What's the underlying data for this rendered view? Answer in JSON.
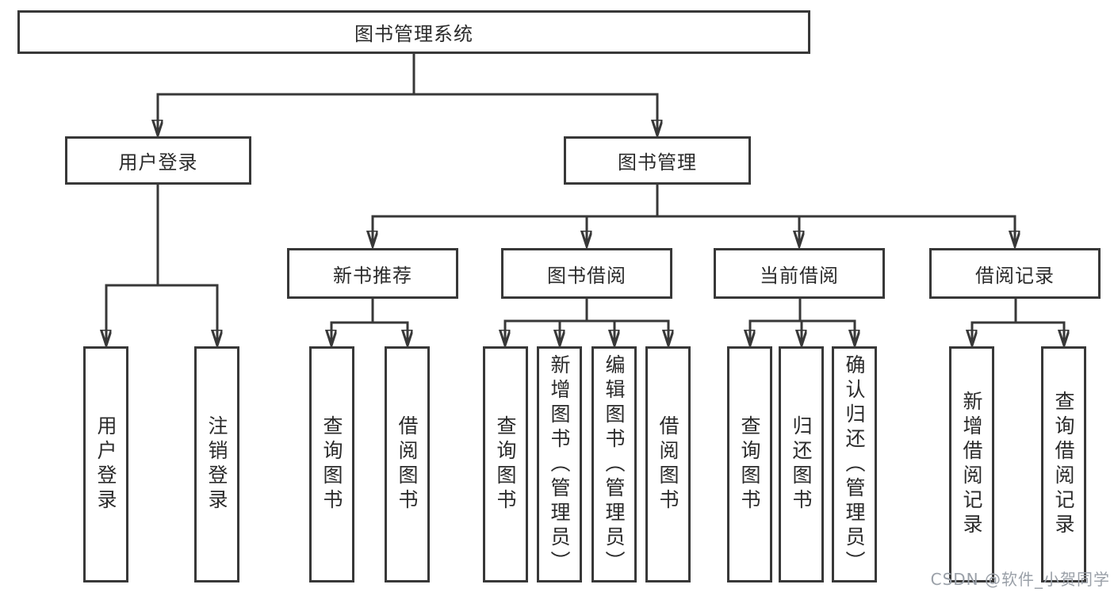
{
  "diagram": {
    "root": "图书管理系统",
    "level2": {
      "user_login": "用户登录",
      "book_management": "图书管理"
    },
    "level3": {
      "new_book_recommend": "新书推荐",
      "book_borrow": "图书借阅",
      "current_borrow": "当前借阅",
      "borrow_records": "借阅记录"
    },
    "leaves": {
      "user_login": "用户登录",
      "logout": "注销登录",
      "nb_query_book": "查询图书",
      "nb_borrow_book": "借阅图书",
      "bb_query_book": "查询图书",
      "bb_add_book": "新增图书（管理员）",
      "bb_edit_book": "编辑图书（管理员）",
      "bb_borrow_book": "借阅图书",
      "cb_query_book": "查询图书",
      "cb_return_book": "归还图书",
      "cb_confirm_return": "确认归还（管理员）",
      "br_add_record": "新增借阅记录",
      "br_query_record": "查询借阅记录"
    },
    "watermark": "CSDN @软件_小贺同学",
    "colors": {
      "line": "#383838",
      "node_border": "#383838",
      "text": "#2b2b2b",
      "watermark": "#9aa0a8",
      "background": "#ffffff"
    }
  }
}
